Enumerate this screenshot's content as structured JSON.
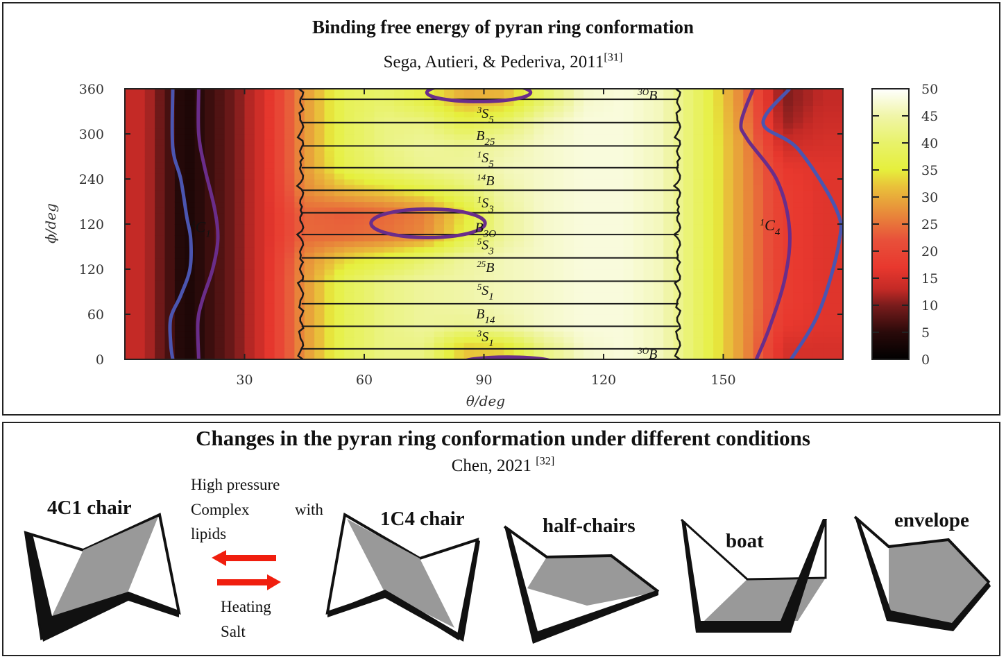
{
  "top_panel": {
    "title": "Binding free energy of pyran ring conformation",
    "citation": "Sega, Autieri, & Pederiva, 2011",
    "citation_ref": "[31]"
  },
  "chart_data": {
    "type": "heatmap",
    "title": "",
    "xlabel": "θ/deg",
    "ylabel": "ϕ/deg",
    "xlim": [
      0,
      180
    ],
    "ylim": [
      0,
      360
    ],
    "x_ticks": [
      30,
      60,
      90,
      120,
      150
    ],
    "x_tick_labels": [
      "30",
      "60",
      "90",
      "120",
      "150"
    ],
    "y_tick_labels": [
      "0",
      "60",
      "120",
      "120",
      "240",
      "300",
      "360"
    ],
    "colorbar": {
      "min": 0,
      "max": 50,
      "tick_labels": [
        "0",
        "5",
        "10",
        "15",
        "20",
        "25",
        "30",
        "35",
        "40",
        "45",
        "50"
      ],
      "colormap": [
        [
          0,
          "#000000"
        ],
        [
          5,
          "#2a0a0a"
        ],
        [
          10,
          "#7a1c1c"
        ],
        [
          13,
          "#c42a26"
        ],
        [
          17,
          "#e8382e"
        ],
        [
          22,
          "#e8503a"
        ],
        [
          27,
          "#e88a3a"
        ],
        [
          32,
          "#e9c23a"
        ],
        [
          35,
          "#e6ef3c"
        ],
        [
          40,
          "#e8f26a"
        ],
        [
          45,
          "#f0f5a8"
        ],
        [
          50,
          "#ffffff"
        ]
      ]
    },
    "x_centers": [
      5,
      15,
      25,
      35,
      45,
      55,
      65,
      75,
      85,
      95,
      105,
      115,
      125,
      135,
      145,
      155,
      165,
      175
    ],
    "y_centers": [
      15,
      45,
      75,
      105,
      135,
      165,
      195,
      225,
      255,
      285,
      315,
      345
    ],
    "z": [
      [
        13,
        3,
        8,
        15,
        28,
        38,
        42,
        42,
        32,
        33,
        42,
        47,
        48,
        46,
        38,
        28,
        15,
        15
      ],
      [
        13,
        3,
        8,
        15,
        28,
        38,
        42,
        44,
        43,
        45,
        47,
        48,
        48,
        46,
        38,
        28,
        17,
        16
      ],
      [
        13,
        3,
        8,
        15,
        28,
        38,
        42,
        44,
        45,
        46,
        47,
        48,
        48,
        46,
        38,
        28,
        18,
        16
      ],
      [
        13,
        3,
        8,
        15,
        28,
        38,
        42,
        44,
        45,
        46,
        47,
        48,
        48,
        46,
        38,
        28,
        18,
        16
      ],
      [
        13,
        3,
        8,
        15,
        27,
        33,
        36,
        40,
        44,
        46,
        47,
        48,
        48,
        46,
        38,
        28,
        18,
        16
      ],
      [
        13,
        3,
        8,
        15,
        24,
        24,
        25,
        27,
        36,
        44,
        47,
        48,
        48,
        46,
        38,
        28,
        18,
        16
      ],
      [
        13,
        3,
        8,
        15,
        24,
        23,
        24,
        26,
        34,
        44,
        47,
        48,
        48,
        46,
        38,
        28,
        18,
        16
      ],
      [
        13,
        3,
        8,
        15,
        27,
        31,
        33,
        36,
        40,
        45,
        47,
        48,
        48,
        46,
        38,
        28,
        18,
        16
      ],
      [
        13,
        3,
        8,
        15,
        28,
        37,
        41,
        43,
        44,
        46,
        47,
        48,
        48,
        46,
        38,
        28,
        17,
        16
      ],
      [
        13,
        3,
        8,
        15,
        28,
        38,
        42,
        44,
        43,
        45,
        47,
        48,
        48,
        46,
        38,
        28,
        14,
        15
      ],
      [
        13,
        3,
        8,
        15,
        28,
        38,
        42,
        42,
        37,
        40,
        46,
        48,
        48,
        46,
        38,
        27,
        11,
        14
      ],
      [
        13,
        3,
        8,
        15,
        28,
        38,
        40,
        36,
        30,
        31,
        40,
        47,
        48,
        46,
        38,
        26,
        10,
        13
      ]
    ],
    "contours": [
      {
        "color": "#4b55b0",
        "points": [
          [
            12,
            360
          ],
          [
            12,
            282
          ],
          [
            14,
            240
          ],
          [
            15.5,
            190
          ],
          [
            16.5,
            160
          ],
          [
            16.3,
            120
          ],
          [
            14,
            85
          ],
          [
            11.5,
            55
          ],
          [
            11.5,
            20
          ],
          [
            12,
            0
          ]
        ]
      },
      {
        "color": "#6a2d8a",
        "points": [
          [
            18.5,
            360
          ],
          [
            18.5,
            300
          ],
          [
            20,
            255
          ],
          [
            22.5,
            200
          ],
          [
            23.3,
            160
          ],
          [
            22,
            120
          ],
          [
            19.5,
            80
          ],
          [
            18.3,
            50
          ],
          [
            18.5,
            0
          ]
        ]
      },
      {
        "color": "#6a2d8a",
        "points": [
          [
            157.5,
            360
          ],
          [
            154.5,
            316
          ],
          [
            156,
            293
          ],
          [
            163.5,
            238
          ],
          [
            166.6,
            173
          ],
          [
            165.5,
            109
          ],
          [
            161.7,
            44
          ],
          [
            158.3,
            0
          ]
        ]
      },
      {
        "color": "#4b55b0",
        "points": [
          [
            166.6,
            360
          ],
          [
            160,
            314
          ],
          [
            168.7,
            280
          ],
          [
            178.2,
            201
          ],
          [
            179,
            155
          ],
          [
            174,
            63
          ],
          [
            167,
            0
          ]
        ]
      }
    ],
    "contour_ellipses": [
      {
        "color": "#6a2d8a",
        "center": [
          88.7,
          355
        ],
        "radii": [
          13,
          12
        ]
      },
      {
        "color": "#6a2d8a",
        "center": [
          76,
          181
        ],
        "radii": [
          14.3,
          19
        ]
      },
      {
        "color": "#6a2d8a",
        "center": [
          96,
          -5
        ],
        "radii": [
          11.7,
          8
        ]
      }
    ],
    "region_boundaries": {
      "theta": [
        44.3,
        138.8
      ],
      "phi": [
        346,
        315,
        284,
        255,
        225,
        195,
        166,
        135,
        104,
        74,
        44,
        14
      ]
    },
    "region_labels": [
      {
        "pre": "3",
        "main": "S",
        "sub": "5",
        "at": [
          90.4,
          327.7
        ]
      },
      {
        "pre": "",
        "main": "B",
        "sub": "25",
        "at": [
          90.4,
          298
        ]
      },
      {
        "pre": "1",
        "main": "S",
        "sub": "5",
        "at": [
          90.4,
          268.6
        ]
      },
      {
        "pre": "14",
        "main": "B",
        "sub": "",
        "at": [
          90.4,
          238
        ]
      },
      {
        "pre": "1",
        "main": "S",
        "sub": "3",
        "at": [
          90.4,
          208.6
        ]
      },
      {
        "pre": "",
        "main": "B",
        "sub": "3O",
        "at": [
          90.4,
          176
        ]
      },
      {
        "pre": "5",
        "main": "S",
        "sub": "3",
        "at": [
          90.4,
          153
        ]
      },
      {
        "pre": "25",
        "main": "B",
        "sub": "",
        "at": [
          90.4,
          122.8
        ]
      },
      {
        "pre": "5",
        "main": "S",
        "sub": "1",
        "at": [
          90.4,
          92.3
        ]
      },
      {
        "pre": "",
        "main": "B",
        "sub": "14",
        "at": [
          90.4,
          61
        ]
      },
      {
        "pre": "3",
        "main": "S",
        "sub": "1",
        "at": [
          90.4,
          30.5
        ]
      },
      {
        "pre": "3O",
        "main": "B",
        "sub": "",
        "at": [
          131,
          351.7
        ]
      },
      {
        "pre": "3O",
        "main": "B",
        "sub": "",
        "at": [
          131,
          7.4
        ]
      },
      {
        "pre": "4",
        "main": "C",
        "sub": "1",
        "at": [
          19,
          176
        ],
        "light": true
      },
      {
        "pre": "1",
        "main": "C",
        "sub": "4",
        "at": [
          161.7,
          178
        ]
      }
    ]
  },
  "bottom_panel": {
    "title": "Changes in the pyran ring conformation under different conditions",
    "citation": "Chen, 2021 ",
    "citation_ref": "[32]",
    "shapes": {
      "chair_4c1": "4C1 chair",
      "chair_1c4": "1C4 chair",
      "half_chairs": "half-chairs",
      "boat": "boat",
      "envelope": "envelope"
    },
    "conditions_left": {
      "line1": "High pressure",
      "line2a": "Complex",
      "line2b": "with",
      "line3": "lipids"
    },
    "conditions_right": {
      "line1": "Heating",
      "line2": "Salt"
    },
    "arrow_color": "#f01e0e"
  }
}
